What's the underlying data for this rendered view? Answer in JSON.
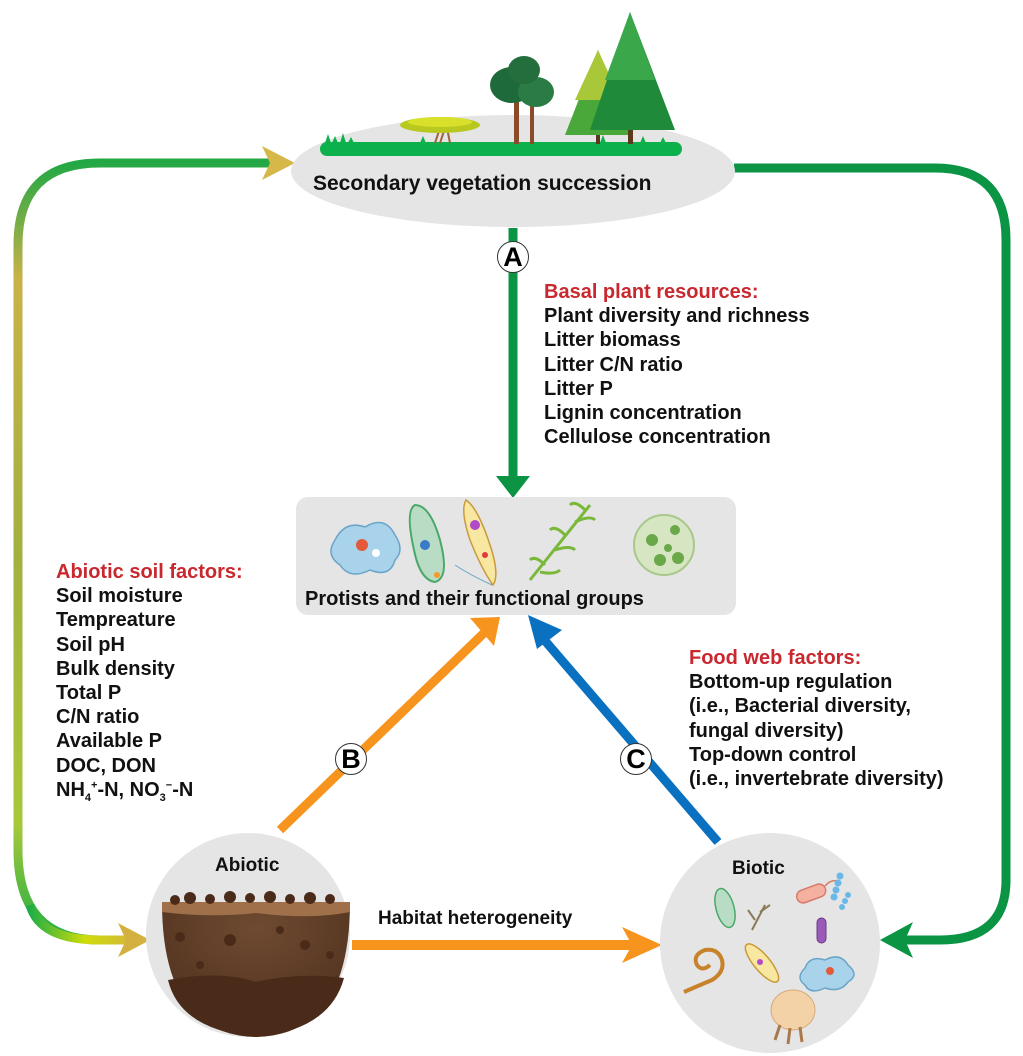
{
  "nodes": {
    "vegetation": {
      "label": "Secondary vegetation succession"
    },
    "protists": {
      "label": "Protists and their functional groups"
    },
    "abiotic": {
      "label": "Abiotic"
    },
    "biotic": {
      "label": "Biotic"
    }
  },
  "badges": {
    "a": "A",
    "b": "B",
    "c": "C"
  },
  "edges": {
    "habitat": {
      "label": "Habitat heterogeneity"
    }
  },
  "basal_plant_resources": {
    "heading": "Basal plant resources:",
    "items": [
      "Plant diversity and richness",
      "Litter biomass",
      "Litter C/N ratio",
      "Litter P",
      "Lignin concentration",
      "Cellulose concentration"
    ]
  },
  "abiotic_soil_factors": {
    "heading": "Abiotic soil factors:",
    "items": [
      "Soil moisture",
      "Tempreature",
      "Soil pH",
      "Bulk density",
      "Total P",
      "C/N ratio",
      "Available P",
      "DOC, DON"
    ],
    "nitrogen_line": {
      "nh": "NH",
      "nh_sub": "4",
      "nh_sup": "+",
      "nh_rest": "-N, NO",
      "no_sub": "3",
      "no_sup": "−",
      "no_rest": "-N"
    }
  },
  "food_web_factors": {
    "heading": "Food web factors:",
    "items": [
      "Bottom-up regulation",
      "(i.e., Bacterial diversity,",
      "fungal diversity)",
      "Top-down control",
      "(i.e., invertebrate diversity)"
    ]
  },
  "colors": {
    "green_arrow": "#0a9444",
    "orange_arrow": "#f7941d",
    "blue_arrow": "#0a71c0",
    "heading_red": "#c8282e",
    "node_fill": "#e5e5e5",
    "grass_green": "#0cb14b"
  }
}
